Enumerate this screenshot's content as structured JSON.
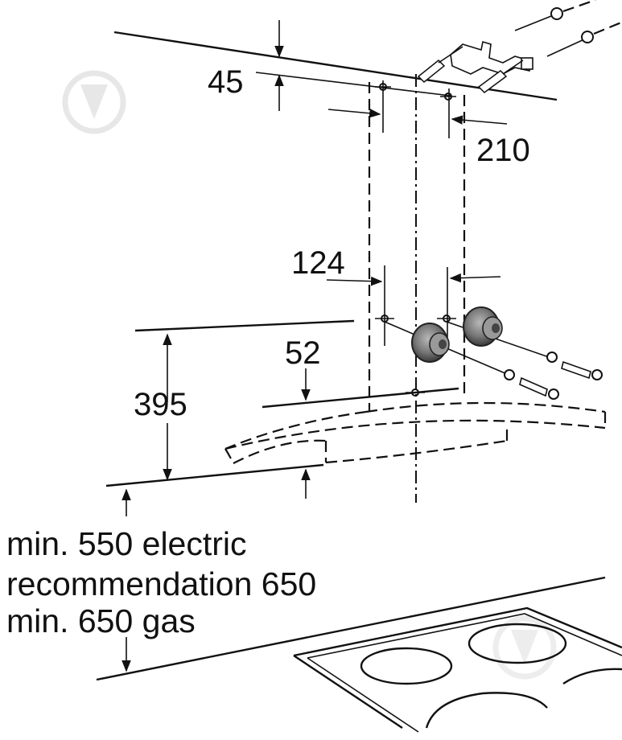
{
  "dimensions": {
    "d45": "45",
    "d210": "210",
    "d124": "124",
    "d52": "52",
    "d395": "395"
  },
  "notes": {
    "line1": "min. 550 electric",
    "line2": "recommendation 650",
    "line3": "min. 650 gas"
  },
  "colors": {
    "line": "#111111",
    "motor": "#666666",
    "watermark": "#dddddd"
  }
}
